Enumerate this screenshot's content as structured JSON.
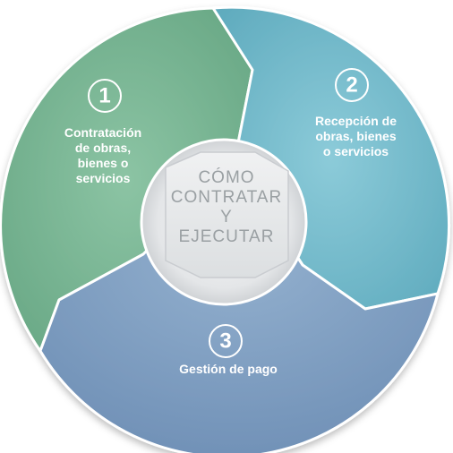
{
  "center": {
    "title": "CÓMO\nCONTRATAR\nY\nEJECUTAR"
  },
  "steps": [
    {
      "number": "1",
      "label": "Contratación\nde obras,\nbienes o\nservicios",
      "color": "#76b492"
    },
    {
      "number": "2",
      "label": "Recepción de\nobras, bienes\no servicios",
      "color": "#71b8c9"
    },
    {
      "number": "3",
      "label": "Gestión de pago",
      "color": "#7e9dc0"
    }
  ]
}
